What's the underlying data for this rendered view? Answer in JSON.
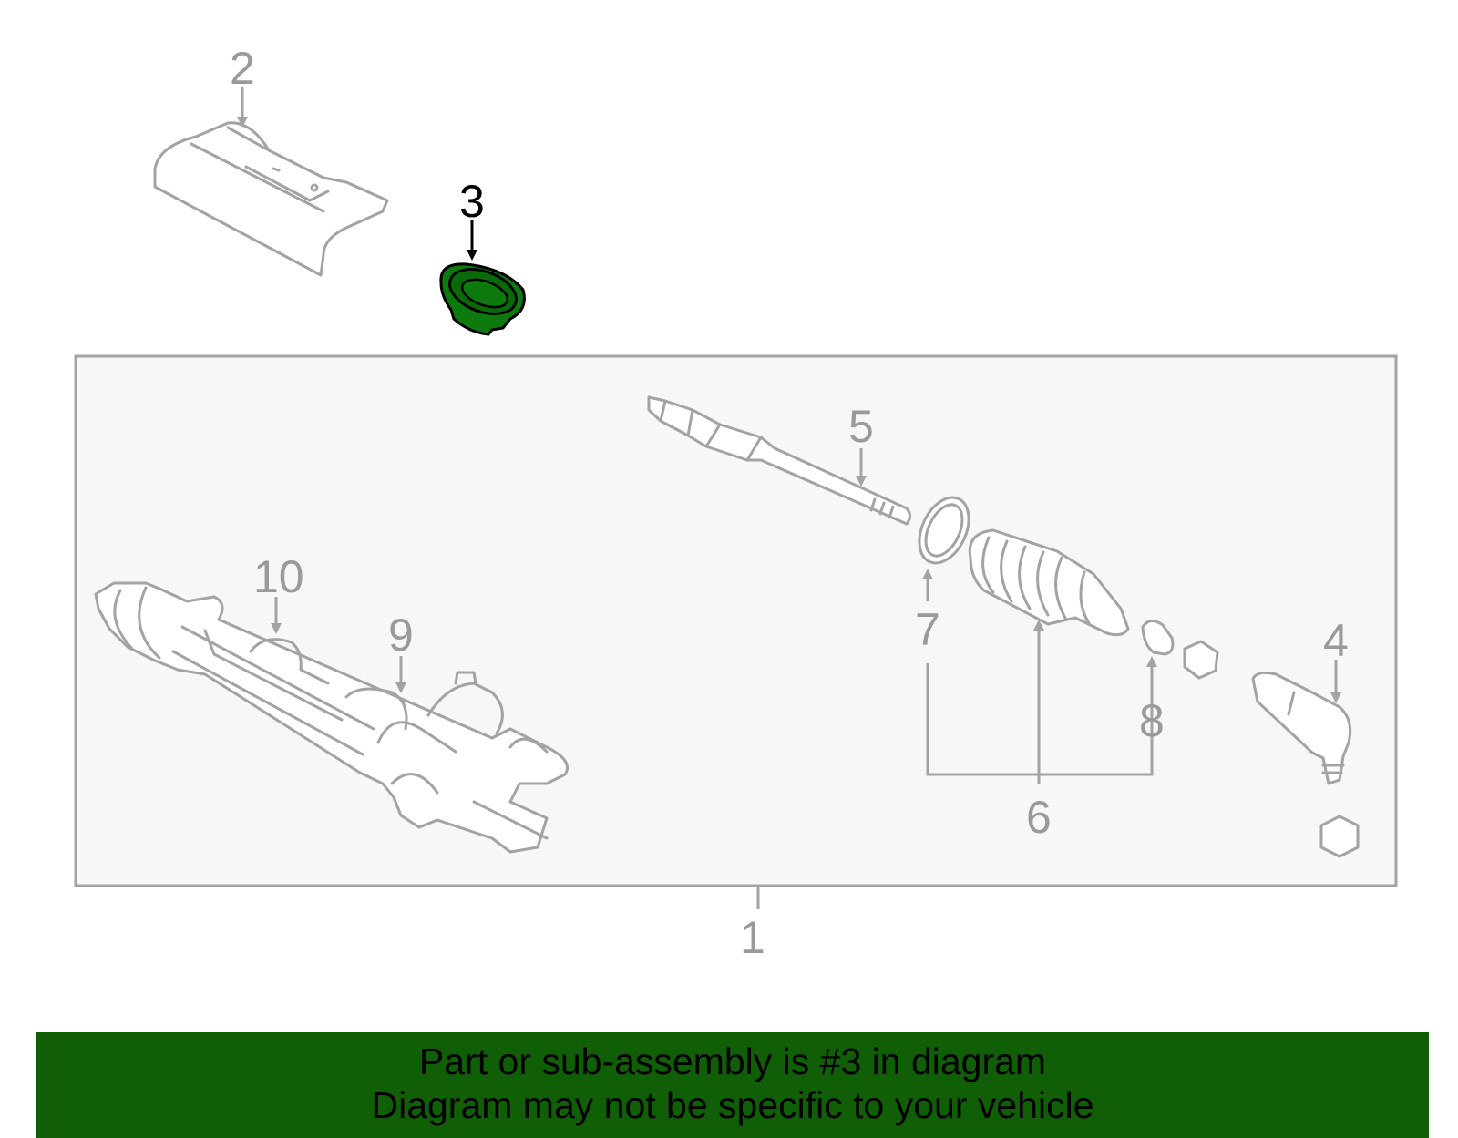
{
  "diagram": {
    "callouts": [
      "1",
      "2",
      "3",
      "4",
      "5",
      "6",
      "7",
      "8",
      "9",
      "10"
    ],
    "highlighted_part": "3",
    "highlight_color": "#0d7a0d",
    "assembly_box_fill": "#f7f7f7",
    "line_color": "#a3a3a3"
  },
  "banner": {
    "line1": "Part or sub-assembly is #3 in diagram",
    "line2": "Diagram may not be specific to your vehicle",
    "background": "#105e05"
  }
}
